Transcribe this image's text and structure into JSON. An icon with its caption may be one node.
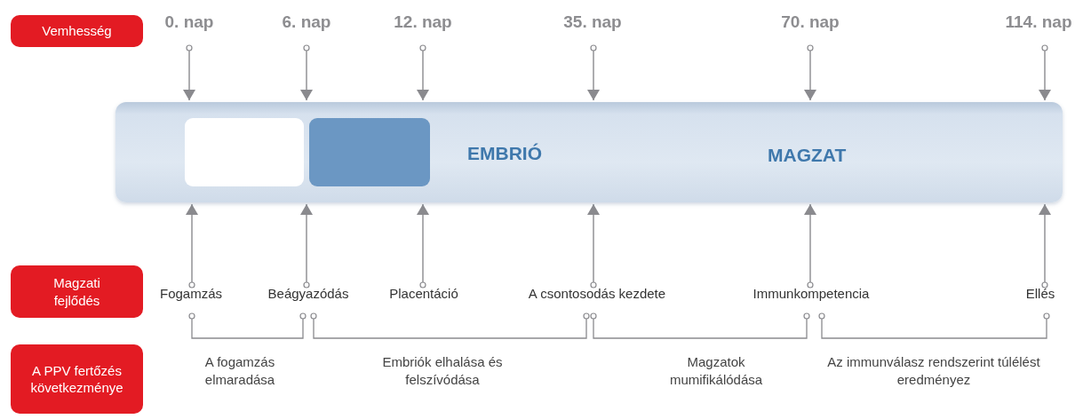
{
  "diagram": {
    "nodes": [
      {
        "text": [
          "Vemhesség"
        ]
      },
      {
        "text": [
          "Magzati fejlődés"
        ]
      },
      {
        "text": [
          "A PPV fertőzés következménye"
        ]
      },
      {
        "text": [
          "0. nap"
        ]
      },
      {
        "text": [
          "6. nap"
        ]
      },
      {
        "text": [
          "12. nap"
        ]
      },
      {
        "text": [
          "35. nap"
        ]
      },
      {
        "text": [
          "70. nap"
        ]
      },
      {
        "text": [
          "114. nap"
        ]
      },
      {
        "text": [
          "EMBRIÓ",
          "MAGZAT"
        ]
      },
      {
        "text": [],
        "shape": "box",
        "in": 9
      },
      {
        "text": [],
        "shape": "box",
        "in": 9
      },
      {
        "text": [
          "Fogamzás"
        ]
      },
      {
        "text": [
          "Beágyazódás"
        ]
      },
      {
        "text": [
          "Placentáció"
        ]
      },
      {
        "text": [
          "A csontosodás kezdete"
        ]
      },
      {
        "text": [
          "Immunkompetencia"
        ]
      },
      {
        "text": [
          "Ellés"
        ]
      }
    ],
    "edges": [
      {
        "from": 3,
        "to": 9,
        "arrow": "to"
      },
      {
        "from": 4,
        "to": 9,
        "arrow": "to"
      },
      {
        "from": 5,
        "to": 9,
        "arrow": "to"
      },
      {
        "from": 6,
        "to": 9,
        "arrow": "to"
      },
      {
        "from": 7,
        "to": 9,
        "arrow": "to"
      },
      {
        "from": 8,
        "to": 9,
        "arrow": "to"
      },
      {
        "from": 12,
        "to": 9,
        "arrow": "to"
      },
      {
        "from": 13,
        "to": 9,
        "arrow": "to"
      },
      {
        "from": 14,
        "to": 9,
        "arrow": "to"
      },
      {
        "from": 15,
        "to": 9,
        "arrow": "to"
      },
      {
        "from": 16,
        "to": 9,
        "arrow": "to"
      },
      {
        "from": 17,
        "to": 9,
        "arrow": "to"
      }
    ],
    "labels": [
      "A fogamzás elmaradása",
      "Embriók elhalása és felszívódása",
      "Magzatok mumifikálódása",
      "Az immunválasz rendszerint túlélést eredményez"
    ]
  }
}
